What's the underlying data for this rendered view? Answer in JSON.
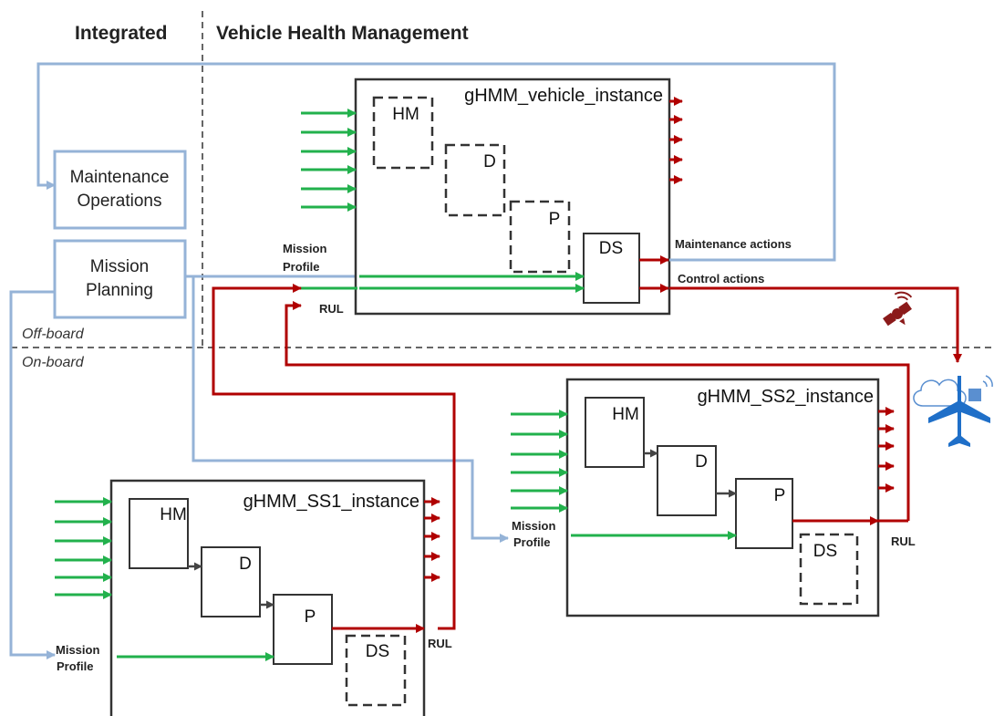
{
  "headers": {
    "left": "Integrated",
    "right": "Vehicle Health Management"
  },
  "regions": {
    "off_board": "Off-board",
    "on_board": "On-board"
  },
  "side_boxes": {
    "maintenance_line1": "Maintenance",
    "maintenance_line2": "Operations",
    "mission_line1": "Mission",
    "mission_line2": "Planning"
  },
  "vehicle_instance": {
    "title": "gHMM_vehicle_instance",
    "hm": "HM",
    "d": "D",
    "p": "P",
    "ds": "DS",
    "mission_line1": "Mission",
    "mission_line2": "Profile",
    "rul": "RUL",
    "maintenance_actions": "Maintenance  actions",
    "control_actions": "Control  actions"
  },
  "ss1_instance": {
    "title": "gHMM_SS1_instance",
    "hm": "HM",
    "d": "D",
    "p": "P",
    "ds": "DS",
    "mission_line1": "Mission",
    "mission_line2": "Profile",
    "rul": "RUL"
  },
  "ss2_instance": {
    "title": "gHMM_SS2_instance",
    "hm": "HM",
    "d": "D",
    "p": "P",
    "ds": "DS",
    "mission_line1": "Mission",
    "mission_line2": "Profile",
    "rul": "RUL"
  },
  "icons": {
    "satellite": "satellite-icon",
    "aircraft": "aircraft-cloud-icon"
  },
  "colors": {
    "blue": "#95b3d7",
    "green": "#22b14c",
    "red": "#b00000",
    "box": "#333333",
    "aircraft": "#1f6fc8"
  }
}
